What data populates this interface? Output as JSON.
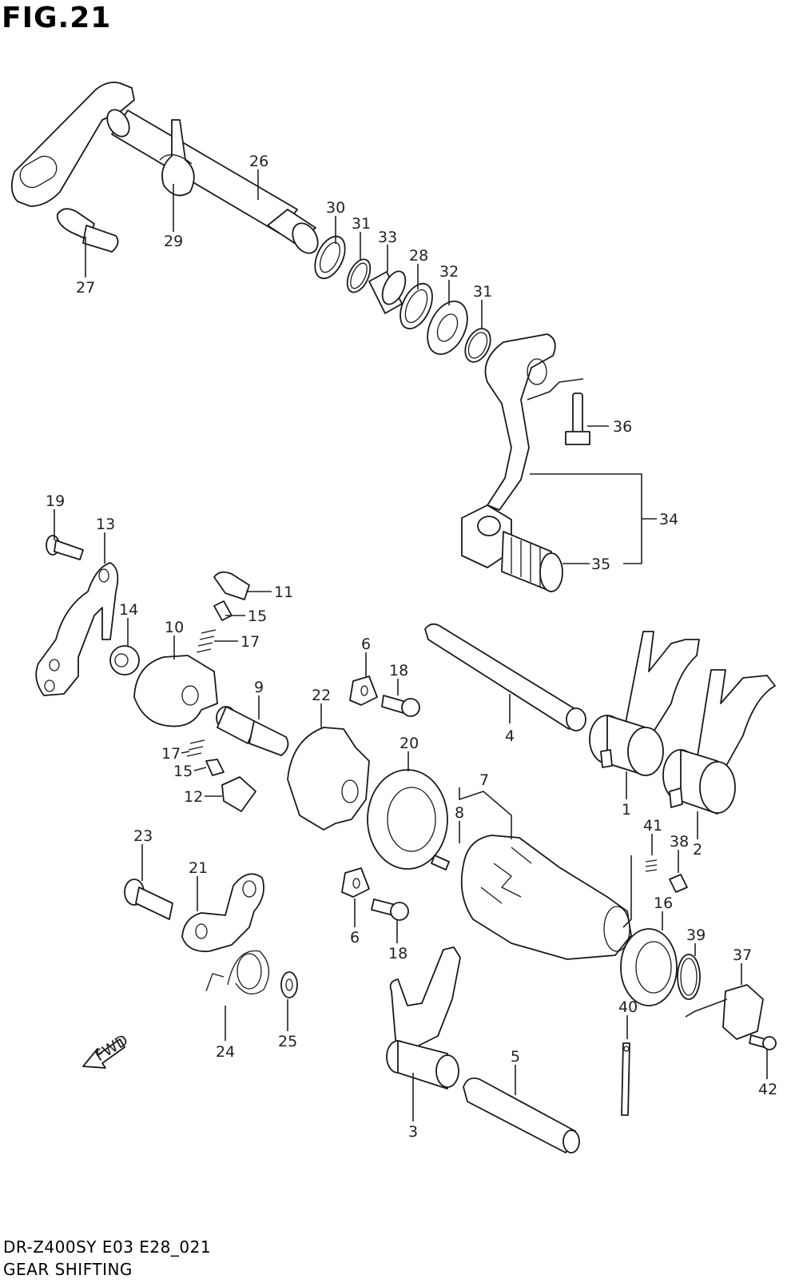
{
  "figure": {
    "title": "FIG.21",
    "code": "DR-Z400SY E03 E28_021",
    "name": "GEAR SHIFTING",
    "fwd_label": "FWD"
  },
  "callouts": [
    "26",
    "29",
    "27",
    "30",
    "31",
    "33",
    "28",
    "32",
    "31",
    "36",
    "34",
    "35",
    "19",
    "13",
    "11",
    "15",
    "17",
    "14",
    "10",
    "6",
    "18",
    "9",
    "22",
    "4",
    "20",
    "17",
    "15",
    "12",
    "7",
    "8",
    "23",
    "21",
    "6",
    "18",
    "41",
    "38",
    "2",
    "1",
    "16",
    "39",
    "37",
    "40",
    "24",
    "25",
    "5",
    "3",
    "42"
  ]
}
